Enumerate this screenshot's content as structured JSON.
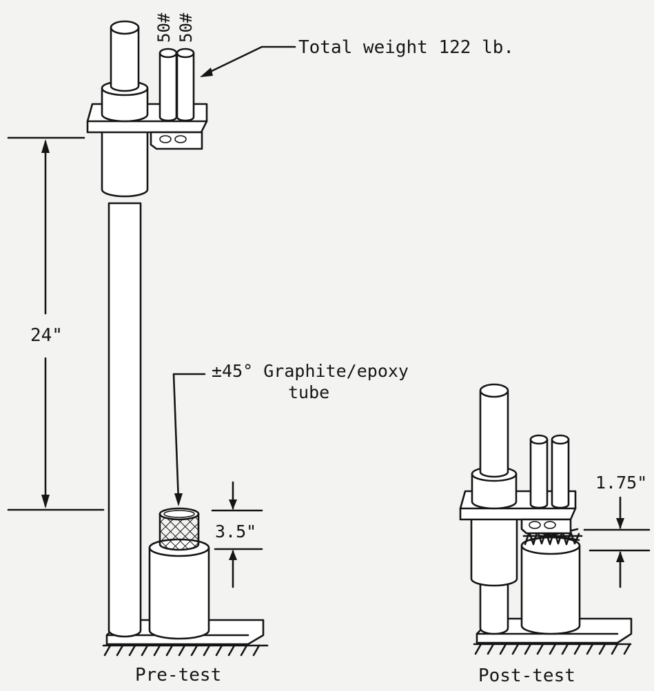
{
  "diagram": {
    "total_weight_label": "Total weight 122 lb.",
    "weight_mark_1": "50#",
    "weight_mark_2": "50#",
    "drop_height_label": "24\"",
    "tube_label_line1": "±45° Graphite/epoxy",
    "tube_label_line2": "tube",
    "pre_tube_length_label": "3.5\"",
    "post_tube_length_label": "1.75\"",
    "pre_test_caption": "Pre-test",
    "post_test_caption": "Post-test",
    "colors": {
      "ink": "#151515",
      "paper": "#f3f3f1"
    }
  }
}
